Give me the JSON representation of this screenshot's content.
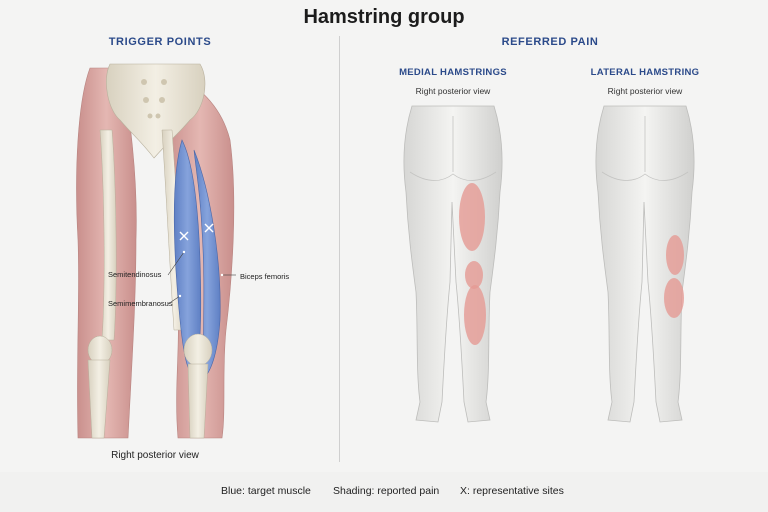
{
  "title": "Hamstring group",
  "left_panel": {
    "heading": "TRIGGER POINTS",
    "caption": "Right posterior view",
    "labels": {
      "semitendinosus": "Semitendinosus",
      "semimembranosus": "Semimembranosus",
      "biceps_femoris": "Biceps femoris"
    }
  },
  "right_panel": {
    "heading": "REFERRED PAIN",
    "medial": {
      "title": "MEDIAL HAMSTRINGS",
      "view": "Right posterior view"
    },
    "lateral": {
      "title": "LATERAL HAMSTRING",
      "view": "Right posterior view"
    }
  },
  "legend": {
    "blue": "Blue:  target muscle",
    "shading": "Shading:  reported pain",
    "x": "X:  representative sites"
  },
  "colors": {
    "target_muscle": "#6f8fcf",
    "pain_shading": "#e59a93",
    "muscle": "#d9a8a4",
    "bone": "#ece6d8",
    "heading_blue": "#2b4a8a"
  }
}
